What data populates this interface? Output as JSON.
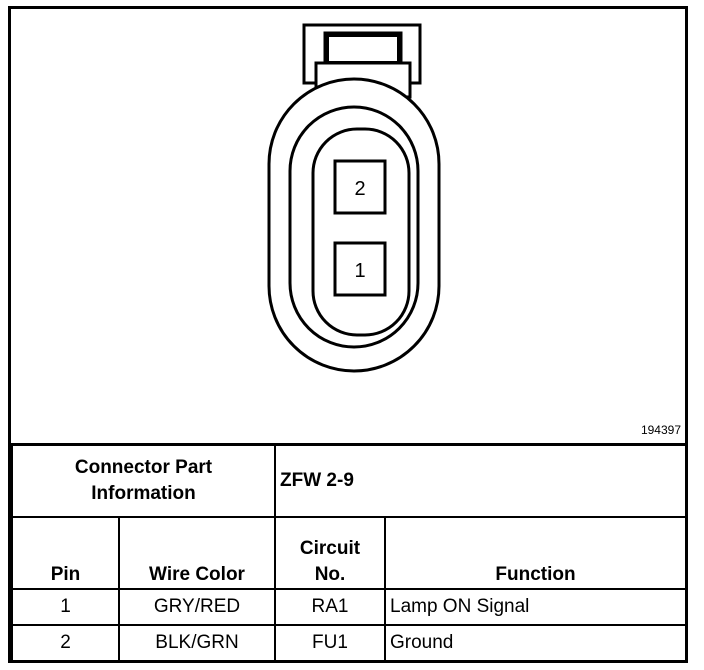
{
  "figure_id": "194397",
  "connector": {
    "pins": [
      "2",
      "1"
    ]
  },
  "part_info": {
    "label_line1": "Connector Part",
    "label_line2": "Information",
    "value": "ZFW 2-9"
  },
  "columns": {
    "pin": "Pin",
    "wire_color": "Wire Color",
    "circuit_line1": "Circuit",
    "circuit_line2": "No.",
    "function": "Function"
  },
  "rows": [
    {
      "pin": "1",
      "wire_color": "GRY/RED",
      "circuit": "RA1",
      "function": "Lamp ON Signal"
    },
    {
      "pin": "2",
      "wire_color": "BLK/GRN",
      "circuit": "FU1",
      "function": "Ground"
    }
  ]
}
